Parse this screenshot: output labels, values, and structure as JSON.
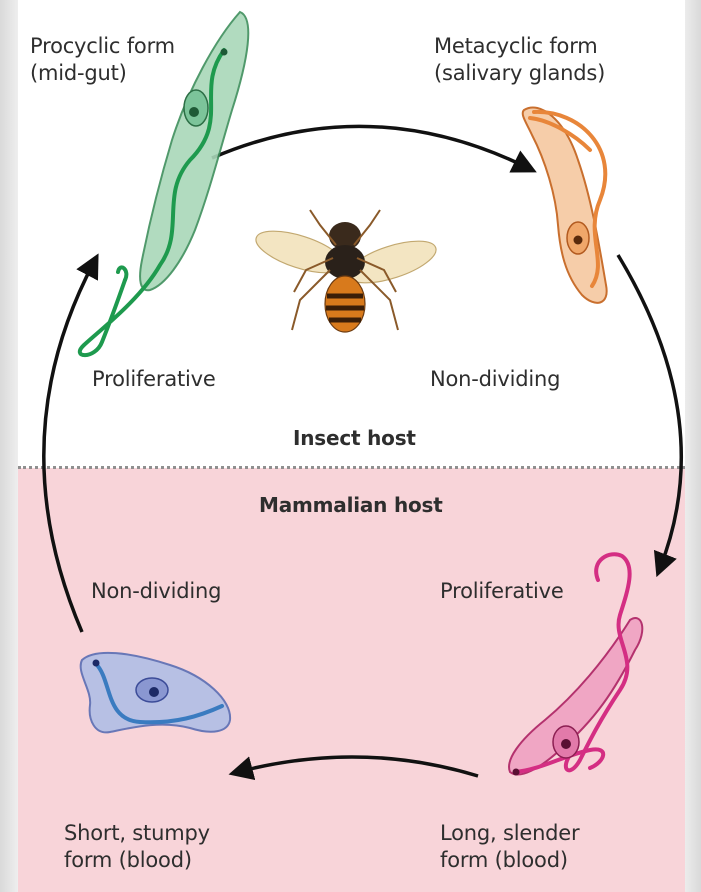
{
  "zones": {
    "insect": "Insect host",
    "mammal": "Mammalian host"
  },
  "stages": {
    "procyclic": {
      "name": "Procyclic form\n(mid-gut)",
      "state": "Proliferative"
    },
    "metacyclic": {
      "name": "Metacyclic form\n(salivary glands)",
      "state": "Non-dividing"
    },
    "slender": {
      "name": "Long, slender\nform (blood)",
      "state": "Proliferative"
    },
    "stumpy": {
      "name": "Short, stumpy\nform (blood)",
      "state": "Non-dividing"
    }
  },
  "colors": {
    "procyclic": "#2aa35a",
    "metacyclic": "#e8863a",
    "slender": "#d42e83",
    "stumpy": "#3a7bc0",
    "mammal_bg": "#f8d4d9",
    "arrow": "#111111"
  },
  "icons": {
    "vector": "tsetse-fly-icon"
  }
}
